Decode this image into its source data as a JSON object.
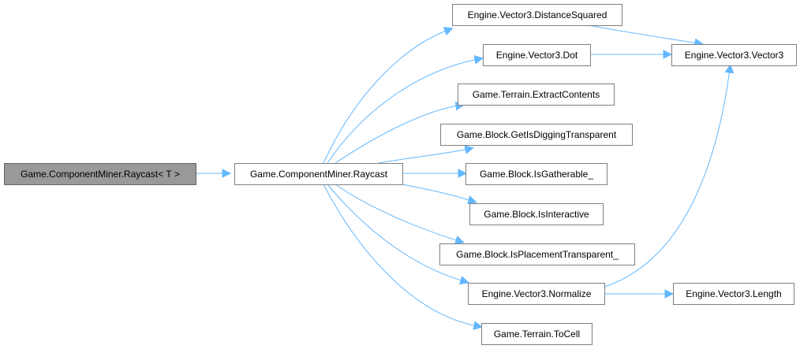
{
  "graph": {
    "type": "call-graph",
    "direction": "left-to-right",
    "edge_color": "#63b8ff",
    "root_fill": "#999999",
    "nodes": [
      {
        "id": "raycast_t",
        "label": "Game.ComponentMiner.Raycast< T >",
        "root": true
      },
      {
        "id": "raycast",
        "label": "Game.ComponentMiner.Raycast"
      },
      {
        "id": "distsq",
        "label": "Engine.Vector3.DistanceSquared"
      },
      {
        "id": "dot",
        "label": "Engine.Vector3.Dot"
      },
      {
        "id": "extract",
        "label": "Game.Terrain.ExtractContents"
      },
      {
        "id": "getdig",
        "label": "Game.Block.GetIsDiggingTransparent"
      },
      {
        "id": "gather",
        "label": "Game.Block.IsGatherable_"
      },
      {
        "id": "interactive",
        "label": "Game.Block.IsInteractive"
      },
      {
        "id": "placement",
        "label": "Game.Block.IsPlacementTransparent_"
      },
      {
        "id": "normalize",
        "label": "Engine.Vector3.Normalize"
      },
      {
        "id": "tocell",
        "label": "Game.Terrain.ToCell"
      },
      {
        "id": "vector3",
        "label": "Engine.Vector3.Vector3"
      },
      {
        "id": "length",
        "label": "Engine.Vector3.Length"
      }
    ],
    "edges": [
      [
        "raycast_t",
        "raycast"
      ],
      [
        "raycast",
        "distsq"
      ],
      [
        "raycast",
        "dot"
      ],
      [
        "raycast",
        "extract"
      ],
      [
        "raycast",
        "getdig"
      ],
      [
        "raycast",
        "gather"
      ],
      [
        "raycast",
        "interactive"
      ],
      [
        "raycast",
        "placement"
      ],
      [
        "raycast",
        "normalize"
      ],
      [
        "raycast",
        "tocell"
      ],
      [
        "distsq",
        "vector3"
      ],
      [
        "dot",
        "vector3"
      ],
      [
        "normalize",
        "vector3"
      ],
      [
        "normalize",
        "length"
      ]
    ]
  }
}
